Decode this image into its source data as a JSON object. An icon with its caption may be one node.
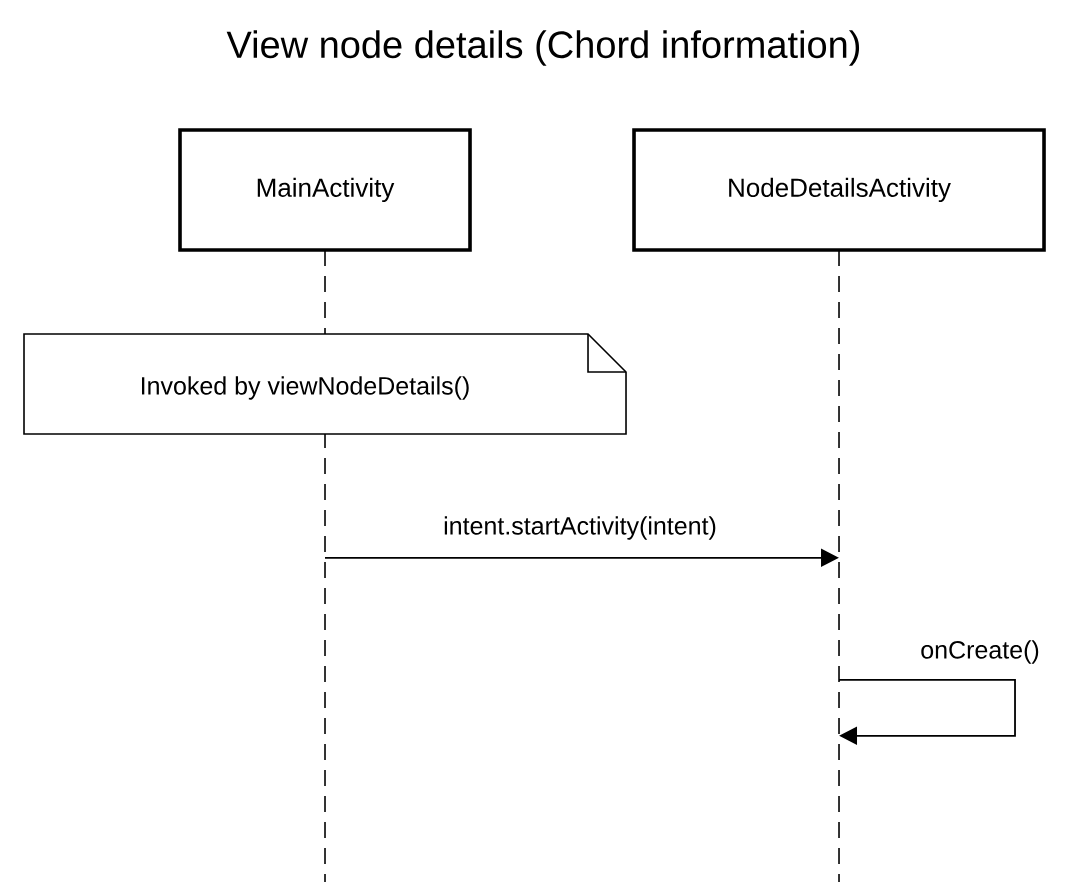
{
  "diagram": {
    "title": "View node details (Chord information)",
    "nodes": [
      {
        "text": [
          "MainActivity"
        ]
      },
      {
        "text": [
          "NodeDetailsActivity"
        ]
      },
      {
        "text": [
          "Invoked by viewNodeDetails()"
        ]
      }
    ],
    "edges": [
      {
        "from": 0,
        "to": 1,
        "arrow": "to",
        "label": "intent.startActivity(intent)"
      },
      {
        "from": 1,
        "to": 1,
        "arrow": "to",
        "label": "onCreate()"
      }
    ]
  }
}
